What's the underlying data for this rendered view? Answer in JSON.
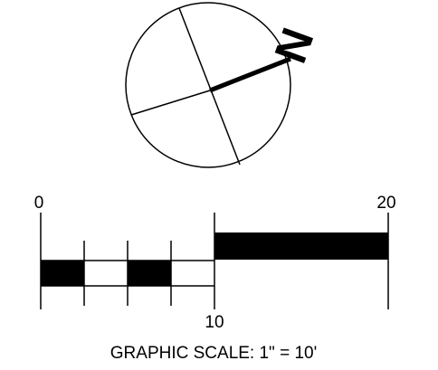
{
  "north_arrow": {
    "letter": "N"
  },
  "scale_bar": {
    "labels": {
      "left": "0",
      "middle": "10",
      "right": "20"
    },
    "caption": "GRAPHIC SCALE: 1\" = 10'",
    "units_per_inch": 10,
    "major_interval": 10,
    "minor_divisions": 4,
    "fill_color": "#000000"
  }
}
